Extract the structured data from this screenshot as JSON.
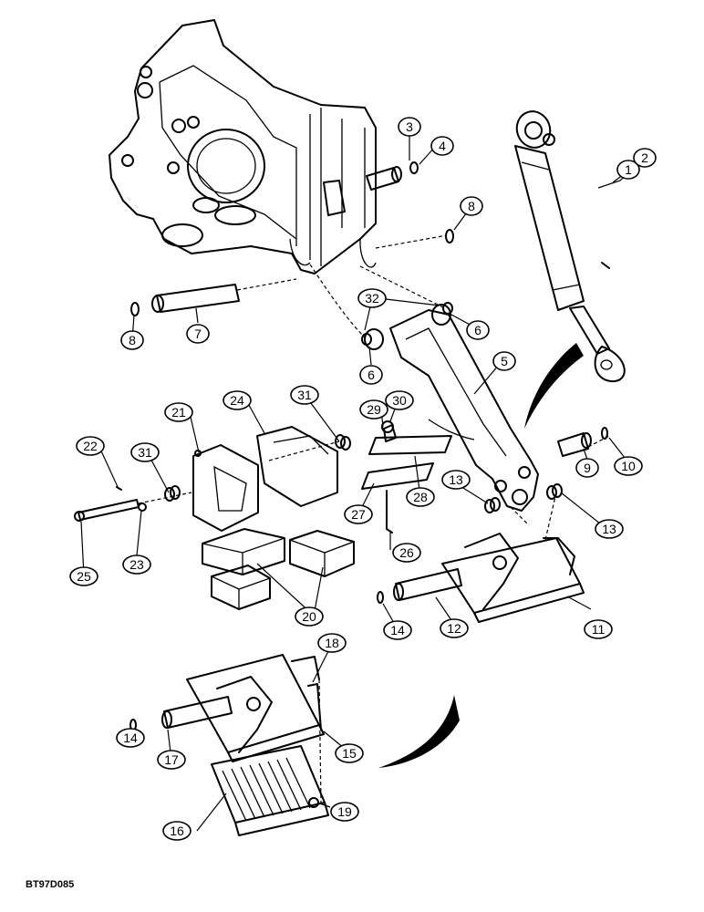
{
  "figure_id": "BT97D085",
  "callouts": {
    "c1": "1",
    "c2": "2",
    "c3": "3",
    "c4": "4",
    "c5": "5",
    "c6a": "6",
    "c6b": "6",
    "c7": "7",
    "c8a": "8",
    "c8b": "8",
    "c9": "9",
    "c10": "10",
    "c11": "11",
    "c12": "12",
    "c13a": "13",
    "c13b": "13",
    "c14a": "14",
    "c14b": "14",
    "c15": "15",
    "c16": "16",
    "c17": "17",
    "c18": "18",
    "c19": "19",
    "c20": "20",
    "c21": "21",
    "c22": "22",
    "c23": "23",
    "c24": "24",
    "c25": "25",
    "c26": "26",
    "c27": "27",
    "c28": "28",
    "c29": "29",
    "c30": "30",
    "c31a": "31",
    "c31b": "31",
    "c32": "32"
  }
}
